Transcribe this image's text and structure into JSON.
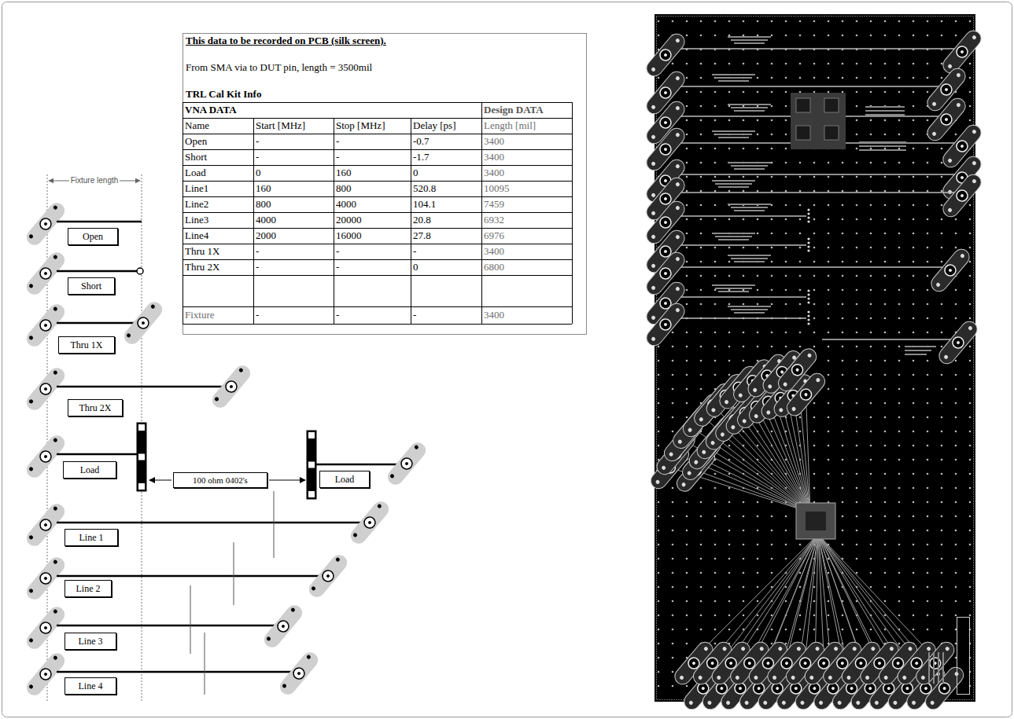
{
  "diagram": {
    "nodes": [
      {
        "text": [
          "Open"
        ]
      },
      {
        "text": [
          "Short"
        ]
      },
      {
        "text": [
          "Thru 1X"
        ]
      },
      {
        "text": [
          "Thru 2X"
        ]
      },
      {
        "text": [
          "Load"
        ]
      },
      {
        "text": [
          "100 ohm 0402's"
        ]
      },
      {
        "text": [
          "Load"
        ]
      },
      {
        "text": [
          "Line 1"
        ]
      },
      {
        "text": [
          "Line 2"
        ]
      },
      {
        "text": [
          "Line 3"
        ]
      },
      {
        "text": [
          "Line 4"
        ]
      }
    ],
    "labels": [
      "This data to be recorded on PCB (silk screen).",
      "From SMA via to DUT pin, length = 3500mil",
      "TRL Cal Kit Info",
      "VNA DATA",
      "Design DATA",
      "Name",
      "Start [MHz]",
      "Stop [MHz]",
      "Delay [ps]",
      "Length [mil]",
      "Open",
      "-",
      "-",
      "-0.7",
      "3400",
      "Short",
      "-",
      "-",
      "-1.7",
      "3400",
      "Load",
      "0",
      "160",
      "0",
      "3400",
      "Line1",
      "160",
      "800",
      "520.8",
      "10095",
      "Line2",
      "800",
      "4000",
      "104.1",
      "7459",
      "Line3",
      "4000",
      "20000",
      "20.8",
      "6932",
      "Line4",
      "2000",
      "16000",
      "27.8",
      "6976",
      "Thru 1X",
      "-",
      "-",
      "-",
      "3400",
      "Thru 2X",
      "-",
      "-",
      "0",
      "6800",
      "Fixture",
      "-",
      "-",
      "-",
      "3400",
      "Fixture length"
    ]
  }
}
